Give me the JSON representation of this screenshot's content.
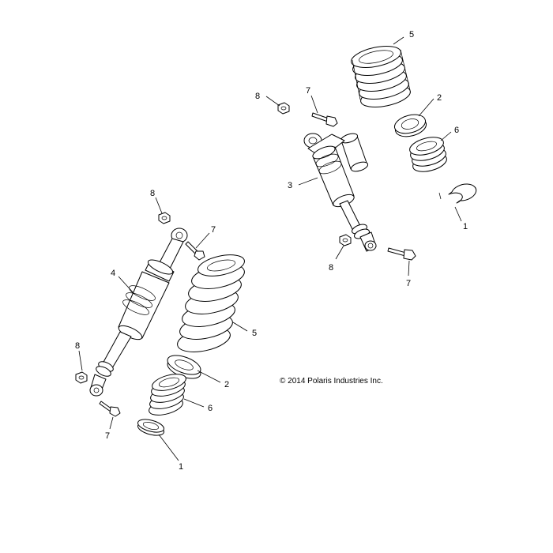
{
  "copyright": "© 2014 Polaris Industries Inc.",
  "callouts": {
    "right_5": "5",
    "right_7": "7",
    "right_8": "8",
    "right_2": "2",
    "right_6": "6",
    "right_3": "3",
    "right_1": "1",
    "right_8b": "8",
    "right_7b": "7",
    "left_8": "8",
    "left_7": "7",
    "left_4": "4",
    "left_5": "5",
    "left_8b": "8",
    "left_2": "2",
    "left_6": "6",
    "left_7b": "7",
    "left_1": "1"
  }
}
